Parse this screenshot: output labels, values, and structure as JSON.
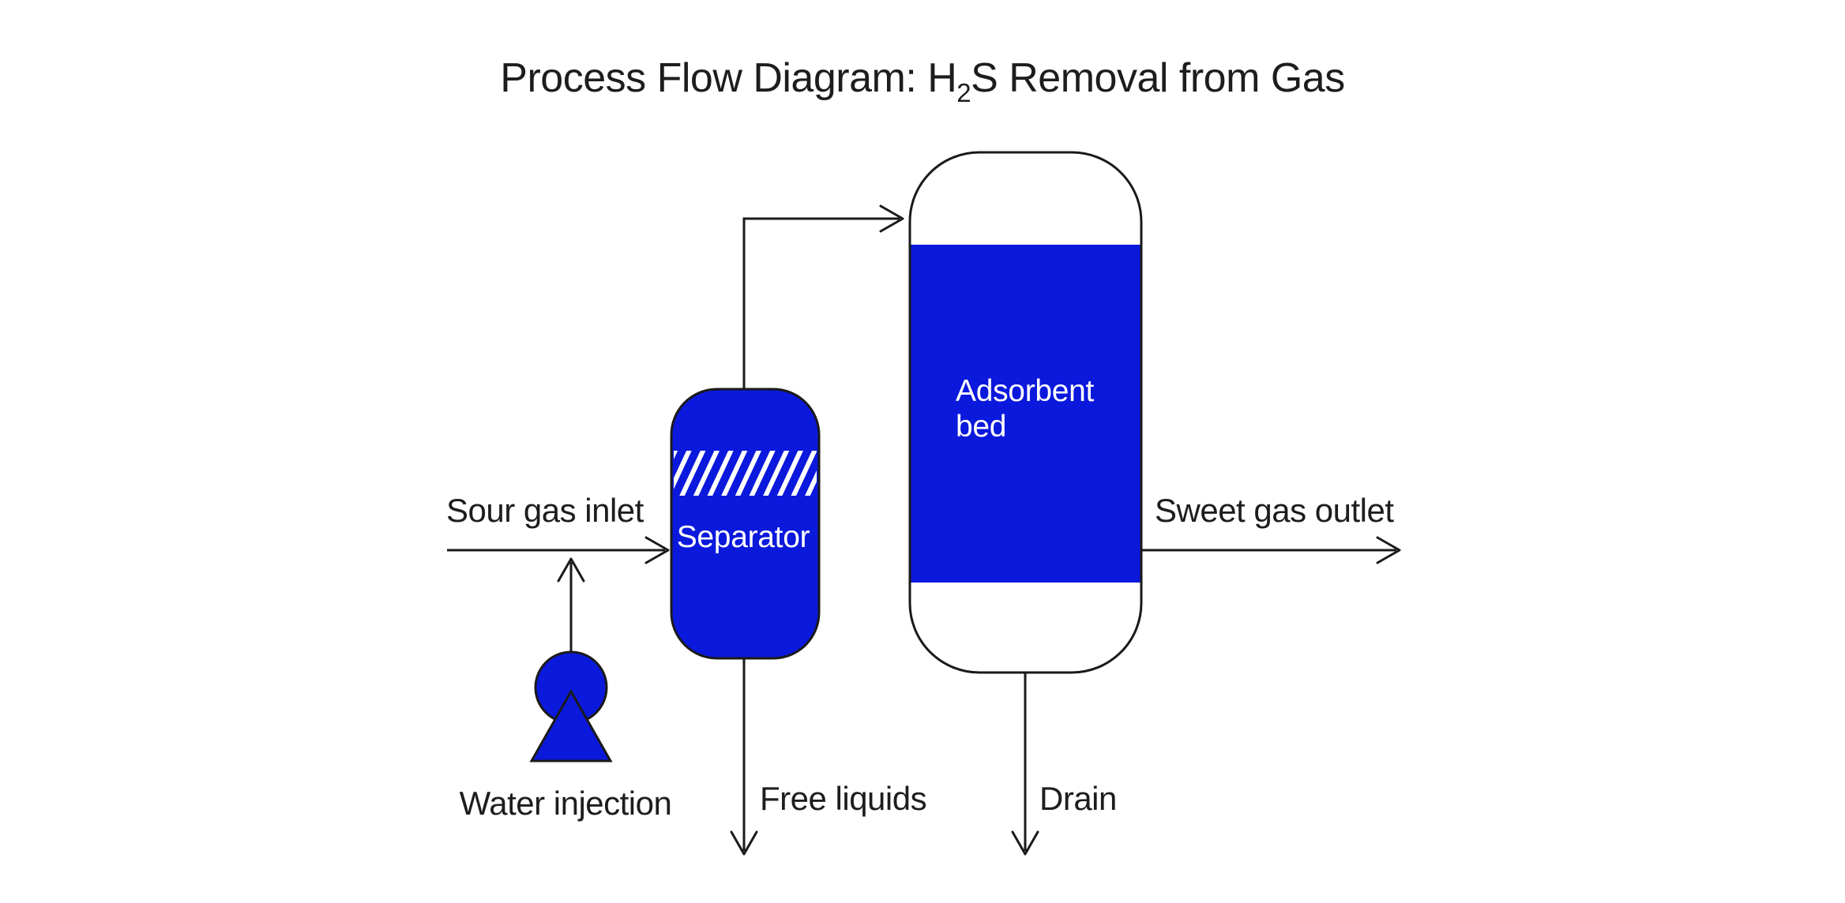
{
  "title": {
    "prefix": "Process Flow Diagram: H",
    "subscript": "2",
    "suffix": "S Removal from Gas"
  },
  "equipment": {
    "separator": {
      "label": "Separator",
      "type": "vertical-vessel-with-hatched-demister-band"
    },
    "adsorber": {
      "label_line1": "Adsorbent",
      "label_line2": "bed",
      "type": "vertical-capsule-vessel-with-packed-bed"
    },
    "pump": {
      "label": "Water injection",
      "type": "pump"
    }
  },
  "streams": {
    "sour_gas": {
      "label": "Sour gas inlet"
    },
    "sweet_gas": {
      "label": "Sweet gas outlet"
    },
    "free_liquids": {
      "label": "Free liquids"
    },
    "drain": {
      "label": "Drain"
    }
  },
  "colors": {
    "background": "#ffffff",
    "vessel_blue": "#0b19dc",
    "line_black": "#1a1a1a",
    "text_dark": "#1d1d1d",
    "text_on_blue": "#ffffff",
    "hatch_white": "#ffffff"
  }
}
